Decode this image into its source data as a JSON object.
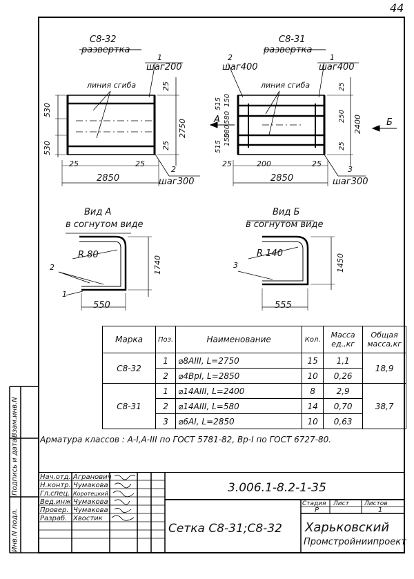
{
  "page_number": "44",
  "views": {
    "left_title": "С8-32",
    "left_subtitle": "развертка",
    "right_title": "С8-31",
    "right_subtitle": "развертка",
    "bend_line_left": "линия сгиба",
    "bend_line_right": "линия сгиба",
    "view_a_title": "Вид  А",
    "view_a_subtitle": "в  согнутом  виде",
    "view_b_title": "Вид  Б",
    "view_b_subtitle": "в  согнутом  виде",
    "arrow_a": "А",
    "arrow_b": "Б"
  },
  "dims": {
    "l_1": "1",
    "l_step200": "шаг200",
    "l_25a": "25",
    "l_530a": "530",
    "l_530b": "530",
    "l_2750": "2750",
    "l_25b": "25",
    "l_25c": "25",
    "l_25d": "25",
    "l_2850": "2850",
    "l_2": "2",
    "l_step300": "шаг300",
    "r_2": "2",
    "r_step400a": "шаг400",
    "r_1": "1",
    "r_step400b": "шаг400",
    "r_25a": "25",
    "r_515a": "515",
    "r_150a": "150",
    "r_580a": "580",
    "r_250": "250",
    "r_2400": "2400",
    "r_515b": "515",
    "r_150b": "150",
    "r_580b": "580",
    "r_25b": "25",
    "r_25c": "25",
    "r_200": "200",
    "r_25d": "25",
    "r_3": "3",
    "r_2850": "2850",
    "r_step300": "шаг300",
    "a_r80": "R  80",
    "a_1740": "1740",
    "a_2": "2",
    "a_1": "1",
    "a_550": "550",
    "b_r140": "R 140",
    "b_1450": "1450",
    "b_3": "3",
    "b_555": "555"
  },
  "spec_table": {
    "headers": [
      "Марка",
      "Поз.",
      "Наименование",
      "Кол.",
      "Масса ед.,кг",
      "Общая масса,кг"
    ],
    "rows": [
      {
        "mark": "С8-32",
        "pos": "1",
        "name": "⌀8AIII,   L=2750",
        "qty": "15",
        "mass": "1,1",
        "total": "18,9"
      },
      {
        "mark": "",
        "pos": "2",
        "name": "⌀4BpI,   L=2850",
        "qty": "10",
        "mass": "0,26",
        "total": ""
      },
      {
        "mark": "С8-31",
        "pos": "1",
        "name": "⌀14AIII,  L=2400",
        "qty": "8",
        "mass": "2,9",
        "total": "38,7"
      },
      {
        "mark": "",
        "pos": "2",
        "name": "⌀14AIII,  L=580",
        "qty": "14",
        "mass": "0,70",
        "total": ""
      },
      {
        "mark": "",
        "pos": "3",
        "name": "⌀6AI,     L=2850",
        "qty": "10",
        "mass": "0,63",
        "total": ""
      }
    ]
  },
  "note": "Арматура  классов  :  А-I,А-III  по  ГОСТ  5781-82,  Вр-I  по  ГОСТ  6727-80.",
  "side_stamp": [
    "Инв.N подл.",
    "Подпись и дата",
    "Взам.инв.N"
  ],
  "title_block": {
    "doc_number": "3.006.1-8.2-1-35",
    "roles": [
      "Нач.отд.",
      "Н.контр.",
      "Гл.спец.",
      "Вед.инж.",
      "Провер.",
      "Разраб."
    ],
    "names": [
      "Агранович",
      "Чумакова",
      "Коротецкий",
      "Чумакова",
      "Чумакова",
      "Хвостик"
    ],
    "title": "Сетка  С8-31;С8-32",
    "stage_label": "Стадия",
    "sheet_label": "Лист",
    "sheets_label": "Листов",
    "stage": "Р",
    "sheets": "1",
    "org_line1": "Харьковский",
    "org_line2": "Промстройниипроект"
  }
}
